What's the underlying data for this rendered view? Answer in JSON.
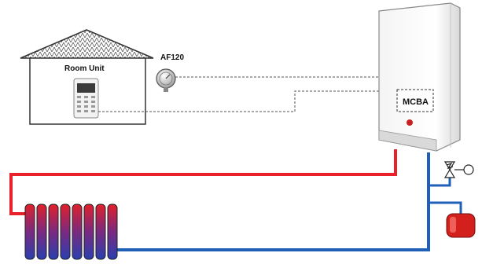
{
  "labels": {
    "room_unit": "Room Unit",
    "outdoor_sensor": "AF120",
    "boiler_controller": "MCBA"
  },
  "colors": {
    "flow_pipe": "#e8202a",
    "return_pipe": "#1f5fb8",
    "wiring": "#555555",
    "expansion_vessel": "#d4201c"
  }
}
